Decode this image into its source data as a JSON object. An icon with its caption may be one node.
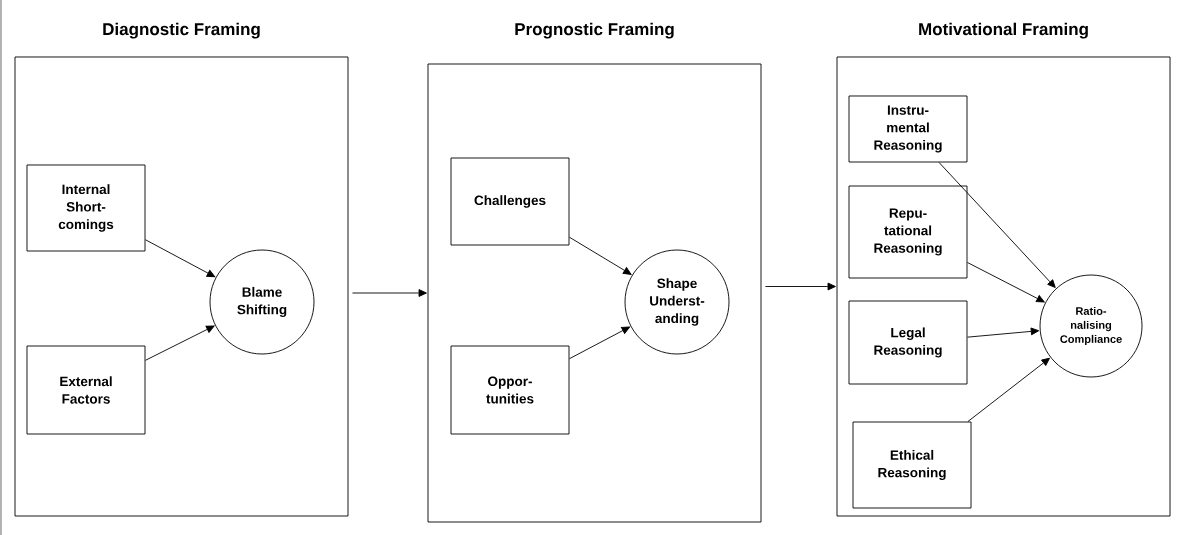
{
  "diagram": {
    "nodes": [
      {
        "text": [
          "Diagnostic Framing"
        ]
      },
      {
        "text": [
          "Internal Short- comings"
        ],
        "in": 0
      },
      {
        "text": [
          "External Factors"
        ],
        "in": 0
      },
      {
        "text": [
          "Blame Shifting"
        ],
        "in": 0
      },
      {
        "text": [
          "Prognostic Framing"
        ]
      },
      {
        "text": [
          "Challenges"
        ],
        "in": 4
      },
      {
        "text": [
          "Oppor- tunities"
        ],
        "in": 4
      },
      {
        "text": [
          "Shape Underst- anding"
        ],
        "in": 4
      },
      {
        "text": [
          "Motivational Framing"
        ]
      },
      {
        "text": [
          "Instru- mental Reasoning"
        ],
        "in": 8
      },
      {
        "text": [
          "Repu- tational Reasoning"
        ],
        "in": 8
      },
      {
        "text": [
          "Legal Reasoning"
        ],
        "in": 8
      },
      {
        "text": [
          "Ethical Reasoning"
        ],
        "in": 8
      },
      {
        "text": [
          "Ratio- nalising Compliance"
        ],
        "in": 8
      }
    ],
    "edges": [
      {
        "from": 1,
        "to": 3,
        "arrow": "to"
      },
      {
        "from": 2,
        "to": 3,
        "arrow": "to"
      },
      {
        "from": 0,
        "to": 4,
        "arrow": "to"
      },
      {
        "from": 5,
        "to": 7,
        "arrow": "to"
      },
      {
        "from": 6,
        "to": 7,
        "arrow": "to"
      },
      {
        "from": 4,
        "to": 8,
        "arrow": "to"
      },
      {
        "from": 9,
        "to": 13,
        "arrow": "to"
      },
      {
        "from": 10,
        "to": 13,
        "arrow": "to"
      },
      {
        "from": 11,
        "to": 13,
        "arrow": "to"
      },
      {
        "from": 12,
        "to": 13,
        "arrow": "to"
      }
    ]
  }
}
